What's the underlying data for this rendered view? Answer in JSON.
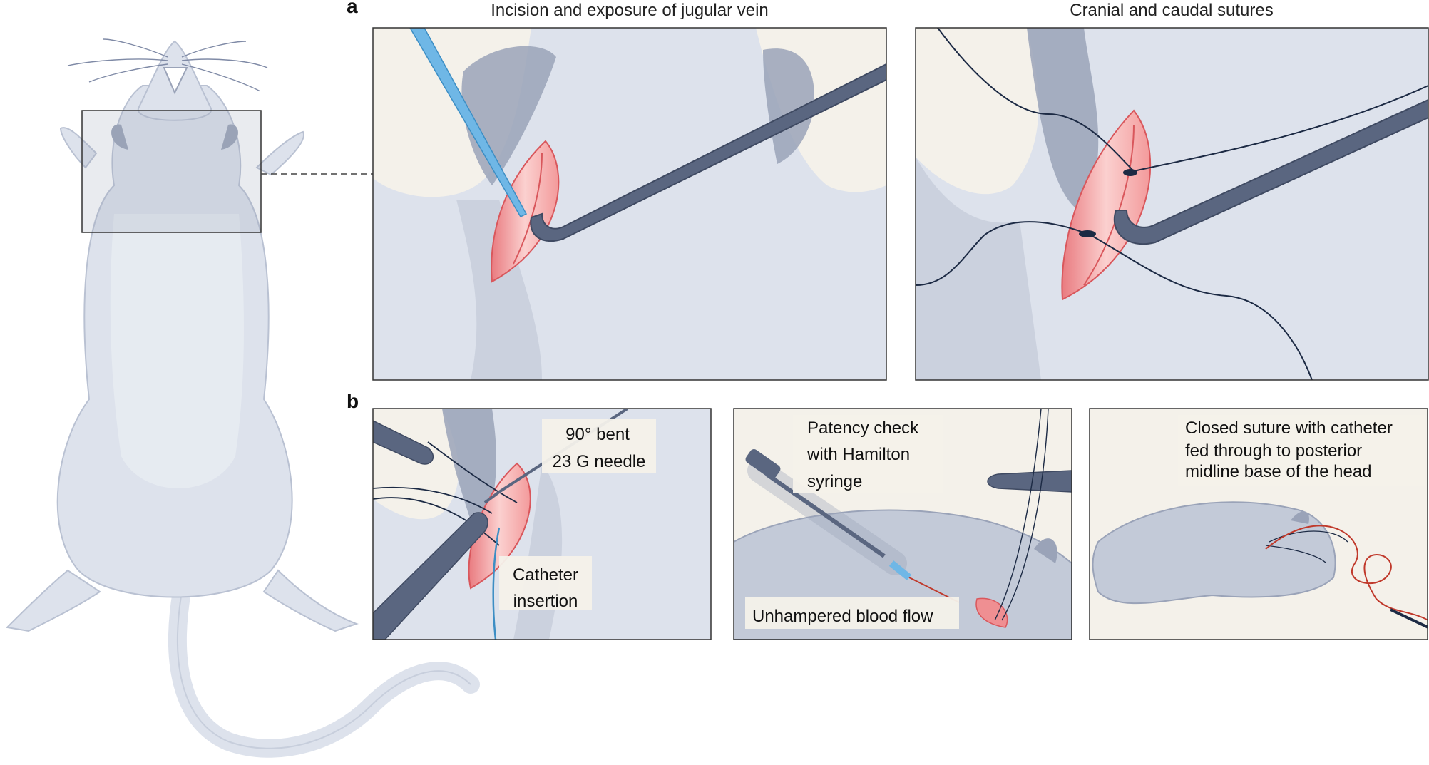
{
  "panel_a": {
    "letter": "a",
    "left_title": "Incision and exposure of jugular vein",
    "right_title": "Cranial and caudal sutures"
  },
  "panel_b": {
    "letter": "b",
    "left_callout_1": "90° bent",
    "left_callout_2": "23 G needle",
    "left_callout_3": "Catheter",
    "left_callout_4": "insertion",
    "mid_callout_1": "Patency check",
    "mid_callout_2": "with Hamilton",
    "mid_callout_3": "syringe",
    "mid_callout_4": "Unhampered blood flow",
    "right_callout_1": "Closed suture with catheter",
    "right_callout_2": "fed through to posterior",
    "right_callout_3": "midline base of the head"
  },
  "colors": {
    "mouse_body": "#dde2ec",
    "tissue_dark": "#9aa3b8",
    "tissue_mid": "#c3cad8",
    "background_skin": "#f4f1ea",
    "vein_pink": "#ef8f92",
    "forceps": "#5a6680",
    "needle_blue": "#6fb7e6",
    "suture": "#1c2a44",
    "catheter_red": "#c0392b"
  }
}
